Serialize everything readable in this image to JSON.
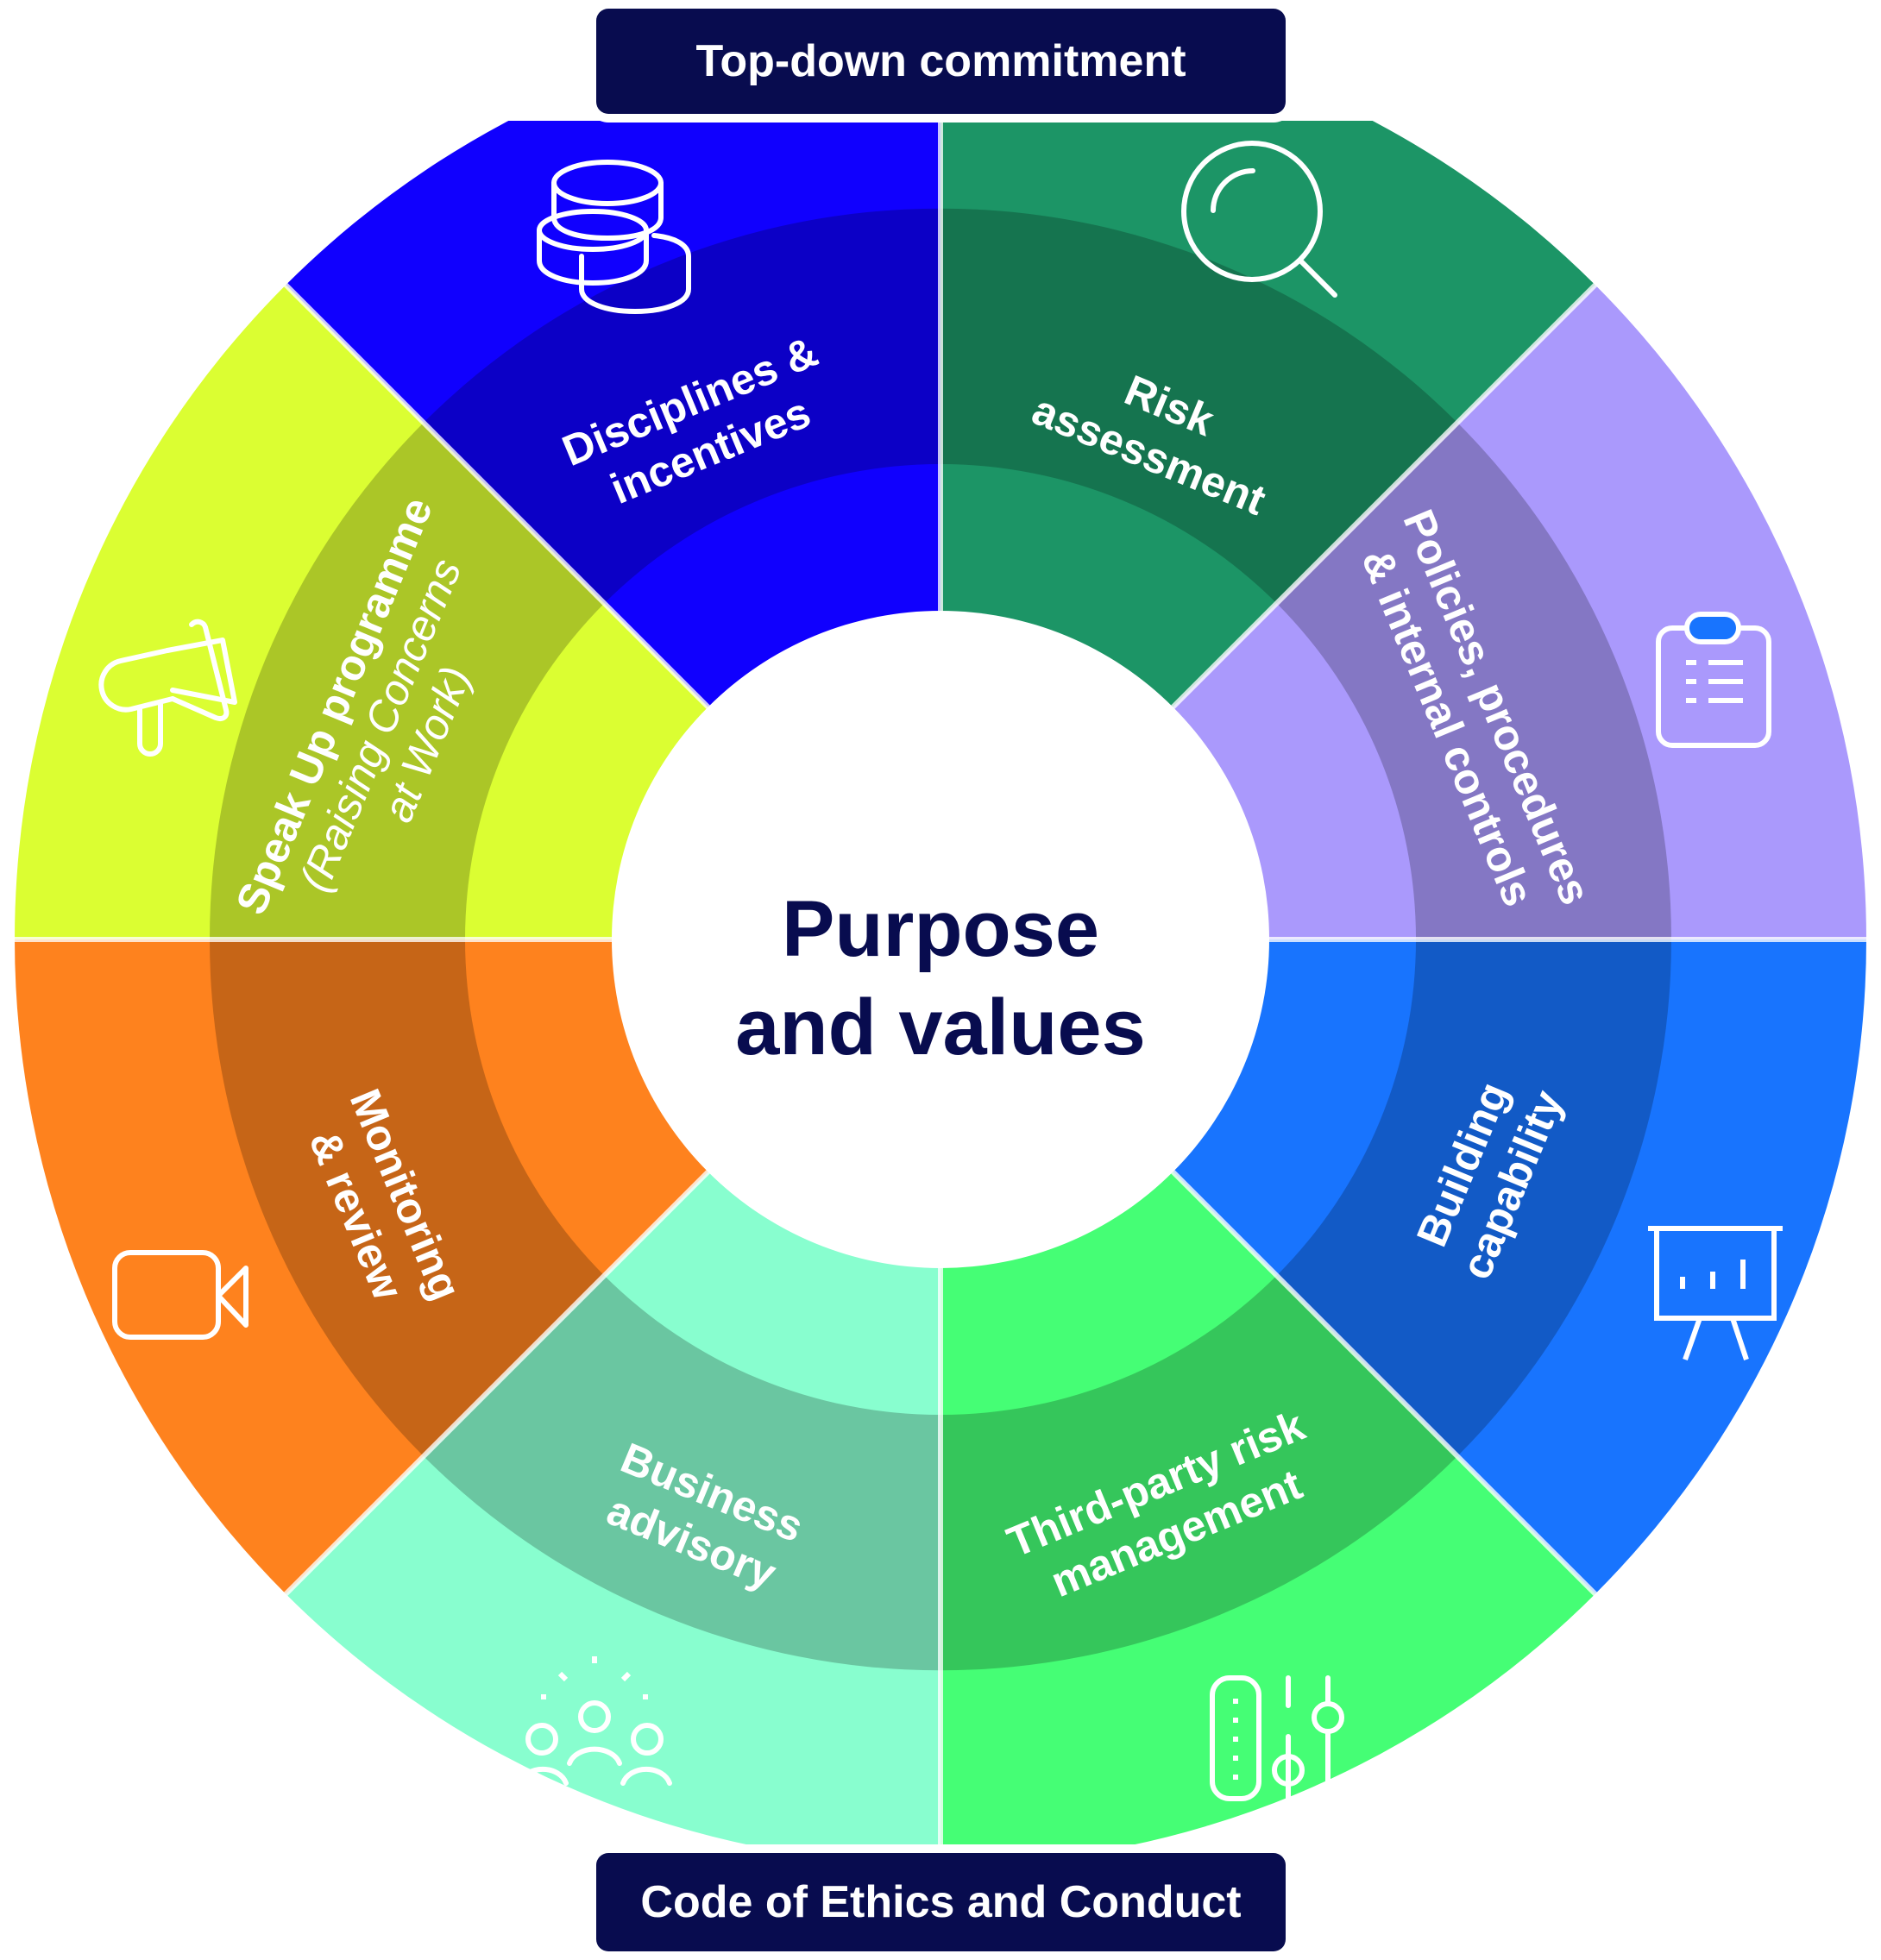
{
  "header": {
    "top_banner": "Top-down commitment",
    "bottom_banner": "Code of Ethics and Conduct"
  },
  "center": {
    "line1": "Purpose",
    "line2": "and values",
    "text_color": "#080c4f"
  },
  "segments": [
    {
      "id": "disciplines",
      "lines": [
        "Disciplines &",
        "incentives"
      ],
      "icon": "coins-stack-icon",
      "color": "#1c9566"
    },
    {
      "id": "risk",
      "lines": [
        "Risk",
        "assessment"
      ],
      "icon": "magnifying-glass-icon",
      "color": "#aa99fc"
    },
    {
      "id": "policies",
      "lines": [
        "Policies, procedures",
        "& internal controls"
      ],
      "icon": "clipboard-list-icon",
      "color": "#1874fe"
    },
    {
      "id": "capability",
      "lines": [
        "Building",
        "capability"
      ],
      "icon": "presentation-board-icon",
      "color": "#45fe75"
    },
    {
      "id": "thirdparty",
      "lines": [
        "Third-party risk",
        "management"
      ],
      "icon": "sliders-icon",
      "color": "#88fecf"
    },
    {
      "id": "advisory",
      "lines": [
        "Business",
        "advisory"
      ],
      "icon": "team-people-icon",
      "color": "#fe821e"
    },
    {
      "id": "monitoring",
      "lines": [
        "Monitoring",
        "& review"
      ],
      "icon": "video-camera-icon",
      "color": "#dbfe32"
    },
    {
      "id": "speakup",
      "lines": [
        "Speak Up programme",
        "(Raising Concerns",
        "at Work)"
      ],
      "icon": "megaphone-icon",
      "color": "#1000fe"
    }
  ],
  "band_overlay_color": "#000000",
  "banner_color": "#080c4f"
}
